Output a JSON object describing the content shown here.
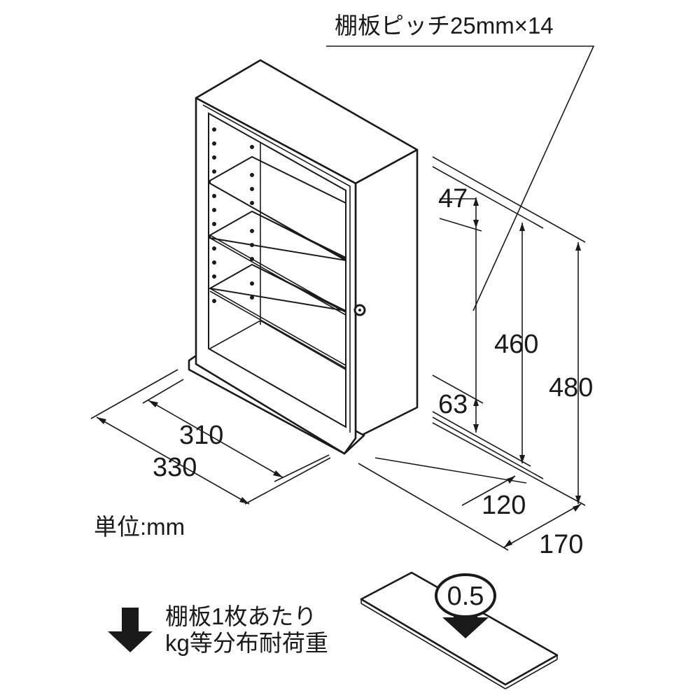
{
  "labels": {
    "shelf_pitch": "棚板ピッチ25mm×14",
    "unit": "単位:mm",
    "load_line1": "棚板1枚あたり",
    "load_line2": "kg等分布耐荷重",
    "load_value": "0.5"
  },
  "dimensions": {
    "top_gap": "47",
    "bottom_gap": "63",
    "inner_height": "460",
    "outer_height": "480",
    "inner_width": "310",
    "outer_width": "330",
    "inner_depth": "120",
    "outer_depth": "170"
  }
}
